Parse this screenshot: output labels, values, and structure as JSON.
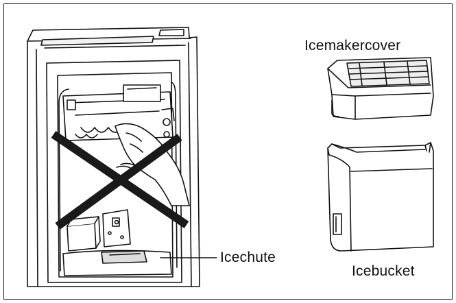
{
  "labels": {
    "icemaker_cover": "Icemakercover",
    "ice_chute": "Icechute",
    "ice_bucket": "Icebucket"
  },
  "colors": {
    "line": "#111111",
    "fill": "#ffffff",
    "cross": "#1a1a1a",
    "shade": "#e6e6e6"
  }
}
